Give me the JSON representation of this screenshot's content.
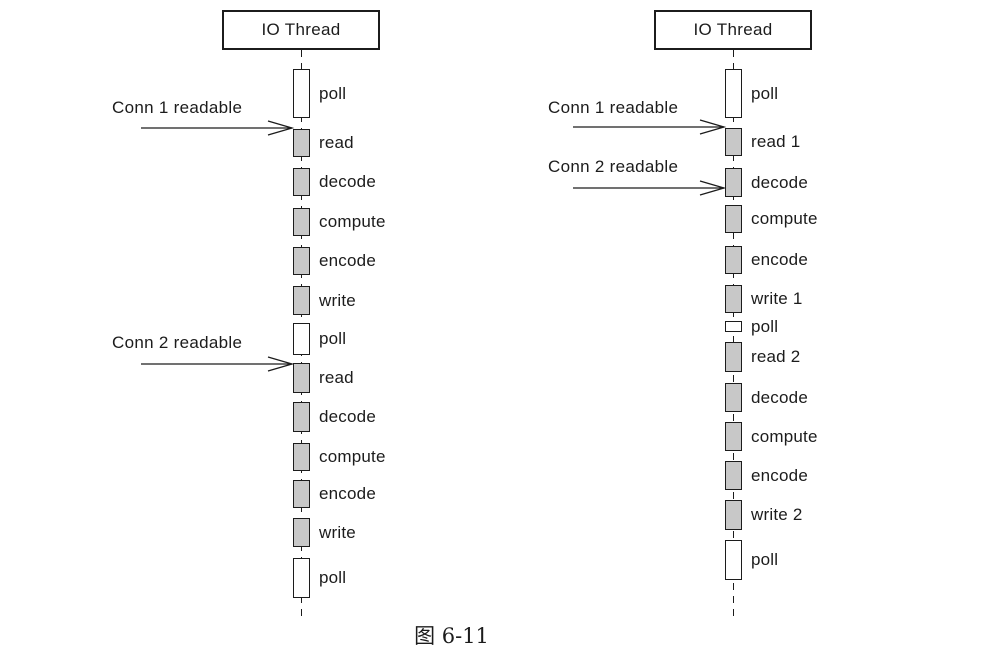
{
  "colors": {
    "work_fill": "#c8c8c8",
    "wait_fill": "#ffffff",
    "line": "#1c1c1c",
    "background": "#ffffff",
    "text": "#1c1c1c"
  },
  "caption": "图 6-11",
  "diagrams": {
    "left": {
      "title": "IO Thread",
      "annotations": [
        {
          "label": "Conn 1 readable"
        },
        {
          "label": "Conn 2 readable"
        }
      ],
      "steps": [
        {
          "label": "poll",
          "kind": "wait"
        },
        {
          "label": "read",
          "kind": "work"
        },
        {
          "label": "decode",
          "kind": "work"
        },
        {
          "label": "compute",
          "kind": "work"
        },
        {
          "label": "encode",
          "kind": "work"
        },
        {
          "label": "write",
          "kind": "work"
        },
        {
          "label": "poll",
          "kind": "wait"
        },
        {
          "label": "read",
          "kind": "work"
        },
        {
          "label": "decode",
          "kind": "work"
        },
        {
          "label": "compute",
          "kind": "work"
        },
        {
          "label": "encode",
          "kind": "work"
        },
        {
          "label": "write",
          "kind": "work"
        },
        {
          "label": "poll",
          "kind": "wait"
        }
      ]
    },
    "right": {
      "title": "IO Thread",
      "annotations": [
        {
          "label": "Conn 1 readable"
        },
        {
          "label": "Conn 2 readable"
        }
      ],
      "steps": [
        {
          "label": "poll",
          "kind": "wait"
        },
        {
          "label": "read 1",
          "kind": "work"
        },
        {
          "label": "decode",
          "kind": "work"
        },
        {
          "label": "compute",
          "kind": "work"
        },
        {
          "label": "encode",
          "kind": "work"
        },
        {
          "label": "write 1",
          "kind": "work"
        },
        {
          "label": "poll",
          "kind": "wait"
        },
        {
          "label": "read 2",
          "kind": "work"
        },
        {
          "label": "decode",
          "kind": "work"
        },
        {
          "label": "compute",
          "kind": "work"
        },
        {
          "label": "encode",
          "kind": "work"
        },
        {
          "label": "write 2",
          "kind": "work"
        },
        {
          "label": "poll",
          "kind": "wait"
        }
      ]
    }
  }
}
